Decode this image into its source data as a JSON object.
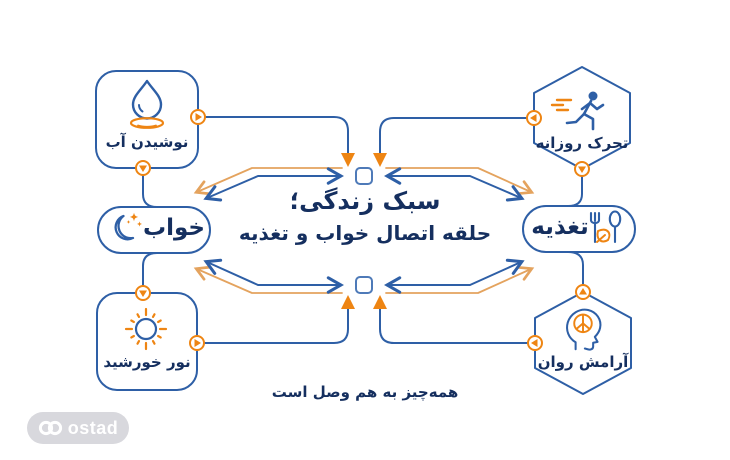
{
  "colors": {
    "blue": "#2e5fa6",
    "navy": "#152f5f",
    "orange": "#ee8513",
    "light_orange": "#e4a35e",
    "logo_bg": "#d8d8dd"
  },
  "center": {
    "title_line1": "سبک زندگی؛",
    "title_line2": "حلقه اتصال خواب و تغذیه",
    "caption": "همه‌چیز به هم وصل است"
  },
  "nodes": {
    "water": {
      "label": "نوشیدن آب",
      "icon": "water-drop-icon"
    },
    "exercise": {
      "label": "تحرک روزانه",
      "icon": "runner-icon"
    },
    "sleep": {
      "label": "خواب",
      "icon": "moon-stars-icon"
    },
    "nutrition": {
      "label": "تغذیه",
      "icon": "fork-spoon-leaf-icon"
    },
    "sunlight": {
      "label": "نور خورشید",
      "icon": "sun-icon"
    },
    "calm": {
      "label": "آرامش روان",
      "icon": "head-peace-icon"
    }
  },
  "logo": {
    "text": "ostad"
  }
}
